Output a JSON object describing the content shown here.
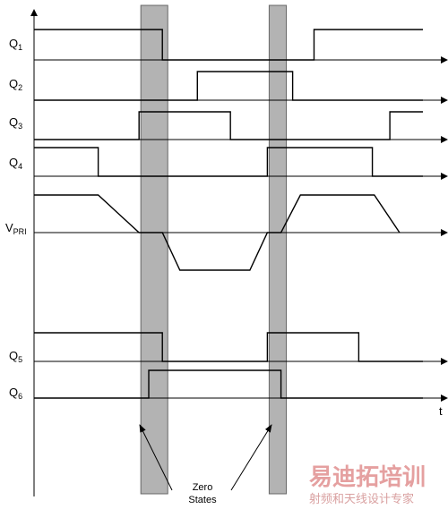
{
  "signals": [
    {
      "id": "q1",
      "name": "Q",
      "sub": "1",
      "stroke": "#000000",
      "levels": [
        [
          0,
          1
        ],
        [
          0.33,
          0
        ],
        [
          0.72,
          1
        ]
      ]
    },
    {
      "id": "q2",
      "name": "Q",
      "sub": "2",
      "stroke": "#000000",
      "levels": [
        [
          0,
          0
        ],
        [
          0.42,
          1
        ],
        [
          0.665,
          0
        ]
      ]
    },
    {
      "id": "q3",
      "name": "Q",
      "sub": "3",
      "stroke": "#000000",
      "levels": [
        [
          0,
          0
        ],
        [
          0.27,
          1
        ],
        [
          0.505,
          0
        ],
        [
          0.915,
          1
        ]
      ]
    },
    {
      "id": "q4",
      "name": "Q",
      "sub": "4",
      "stroke": "#000000",
      "levels": [
        [
          0,
          1
        ],
        [
          0.165,
          0
        ],
        [
          0.6,
          1
        ],
        [
          0.87,
          0
        ]
      ]
    },
    {
      "id": "q5",
      "name": "Q",
      "sub": "5",
      "stroke": "#000000",
      "levels": [
        [
          0,
          1
        ],
        [
          0.33,
          0
        ],
        [
          0.6,
          1
        ],
        [
          0.835,
          0
        ]
      ]
    },
    {
      "id": "q6",
      "name": "Q",
      "sub": "6",
      "stroke": "#000000",
      "levels": [
        [
          0,
          0
        ],
        [
          0.295,
          1
        ],
        [
          0.635,
          0
        ]
      ]
    }
  ],
  "vpri": {
    "name": "V",
    "sub": "PRI",
    "stroke": "#000000",
    "points": [
      [
        0,
        1
      ],
      [
        0.165,
        1
      ],
      [
        0.27,
        0
      ],
      [
        0.33,
        0
      ],
      [
        0.375,
        -1
      ],
      [
        0.555,
        -1
      ],
      [
        0.6,
        0
      ],
      [
        0.635,
        0
      ],
      [
        0.685,
        1
      ],
      [
        0.875,
        1
      ],
      [
        0.94,
        0
      ]
    ]
  },
  "time_axis_label": "t",
  "zero_states": {
    "label_line1": "Zero",
    "label_line2": "States",
    "intervals": [
      [
        0.27,
        0.33
      ],
      [
        0.6,
        0.635
      ]
    ],
    "fill": "#b3b3b3"
  },
  "watermark": {
    "title": "易迪拓培训",
    "subtitle": "射频和天线设计专家"
  }
}
